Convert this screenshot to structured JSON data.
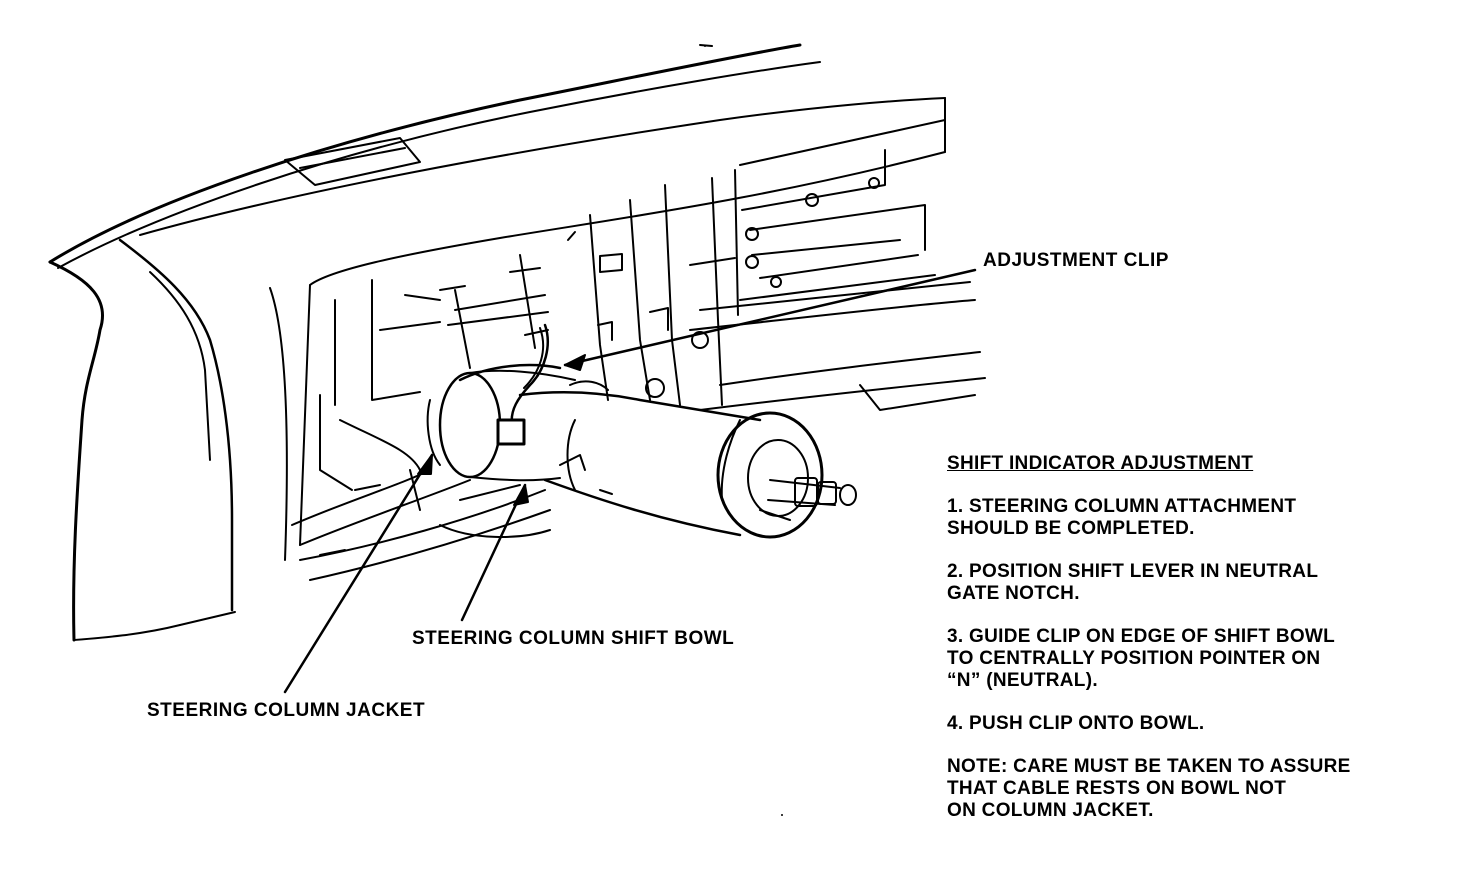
{
  "callouts": {
    "adjustment_clip": "ADJUSTMENT CLIP",
    "shift_bowl": "STEERING COLUMN SHIFT BOWL",
    "jacket": "STEERING COLUMN JACKET"
  },
  "instructions": {
    "title": "SHIFT INDICATOR ADJUSTMENT",
    "steps": [
      "1. STEERING COLUMN ATTACHMENT\nSHOULD BE COMPLETED.",
      "2. POSITION SHIFT LEVER IN NEUTRAL\nGATE NOTCH.",
      "3. GUIDE CLIP ON EDGE OF SHIFT BOWL\nTO CENTRALLY POSITION POINTER ON\n“N” (NEUTRAL).",
      "4. PUSH CLIP ONTO BOWL."
    ],
    "note": "NOTE: CARE MUST BE TAKEN TO ASSURE\nTHAT CABLE RESTS ON BOWL NOT\nON COLUMN JACKET."
  }
}
